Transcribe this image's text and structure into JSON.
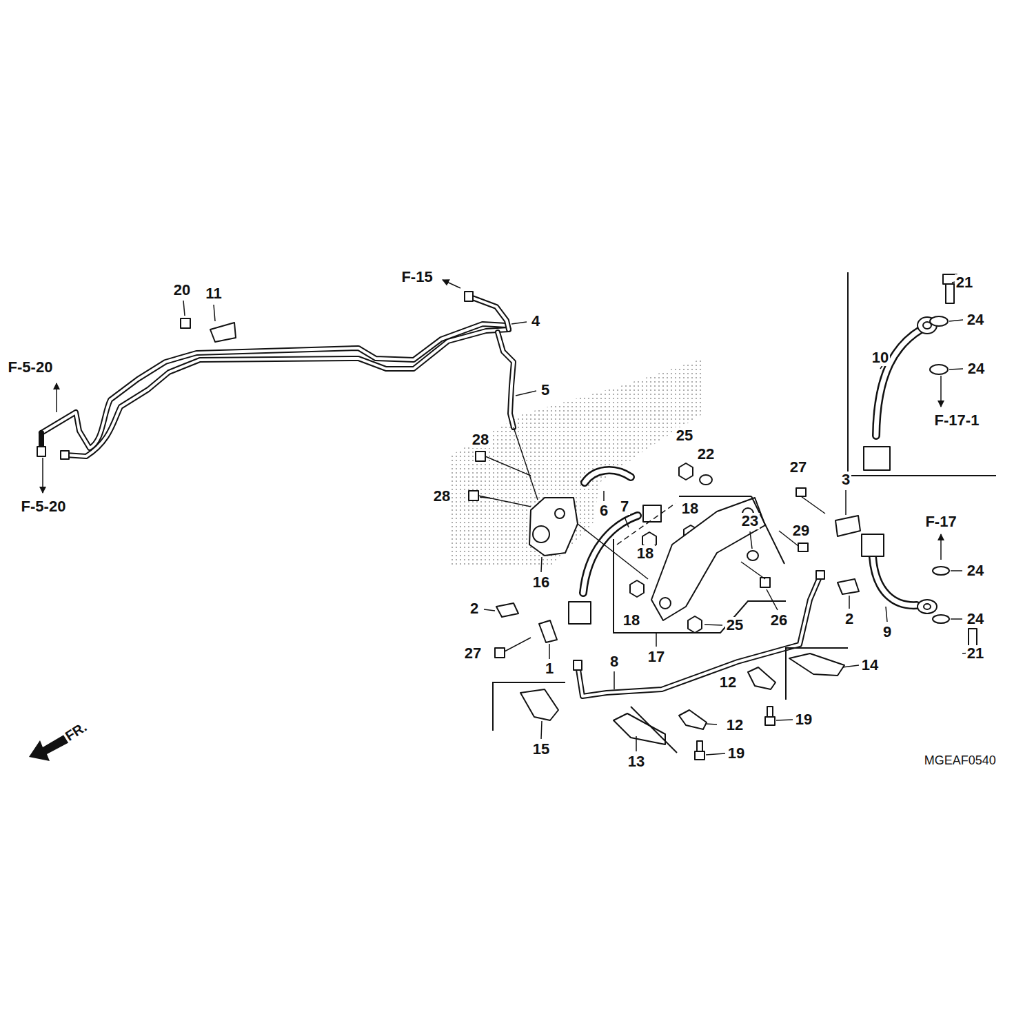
{
  "diagram": {
    "labels": [
      "F-15",
      "20",
      "11",
      "4",
      "F-5-20",
      "5",
      "F-5-20",
      "28",
      "28",
      "6",
      "7",
      "25",
      "22",
      "18",
      "23",
      "18",
      "18",
      "16",
      "25",
      "26",
      "17",
      "27",
      "3",
      "29",
      "2",
      "27",
      "1",
      "8",
      "2",
      "9",
      "F-17",
      "24",
      "24",
      "21",
      "14",
      "12",
      "12",
      "19",
      "19",
      "15",
      "13",
      "21",
      "24",
      "10",
      "24",
      "F-17-1",
      "FR.",
      "MGEAF0540"
    ]
  }
}
